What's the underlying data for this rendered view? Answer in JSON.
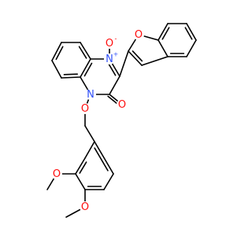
{
  "molecule": {
    "colors": {
      "bond": "#000000",
      "oxygen": "#ff0d0d",
      "nitrogen": "#3050f8"
    },
    "atoms": [
      {
        "id": "o_furan",
        "label": "O",
        "element": "O"
      },
      {
        "id": "n_oxide",
        "label": "N",
        "element": "N",
        "charge": "+"
      },
      {
        "id": "o_oxide",
        "label": "O",
        "element": "O",
        "charge": "-"
      },
      {
        "id": "o_carbonyl",
        "label": "O",
        "element": "O"
      },
      {
        "id": "n_amide",
        "label": "N",
        "element": "N"
      },
      {
        "id": "o_ether",
        "label": "O",
        "element": "O"
      },
      {
        "id": "o_meo1",
        "label": "O",
        "element": "O"
      },
      {
        "id": "o_meo2",
        "label": "O",
        "element": "O"
      }
    ]
  }
}
